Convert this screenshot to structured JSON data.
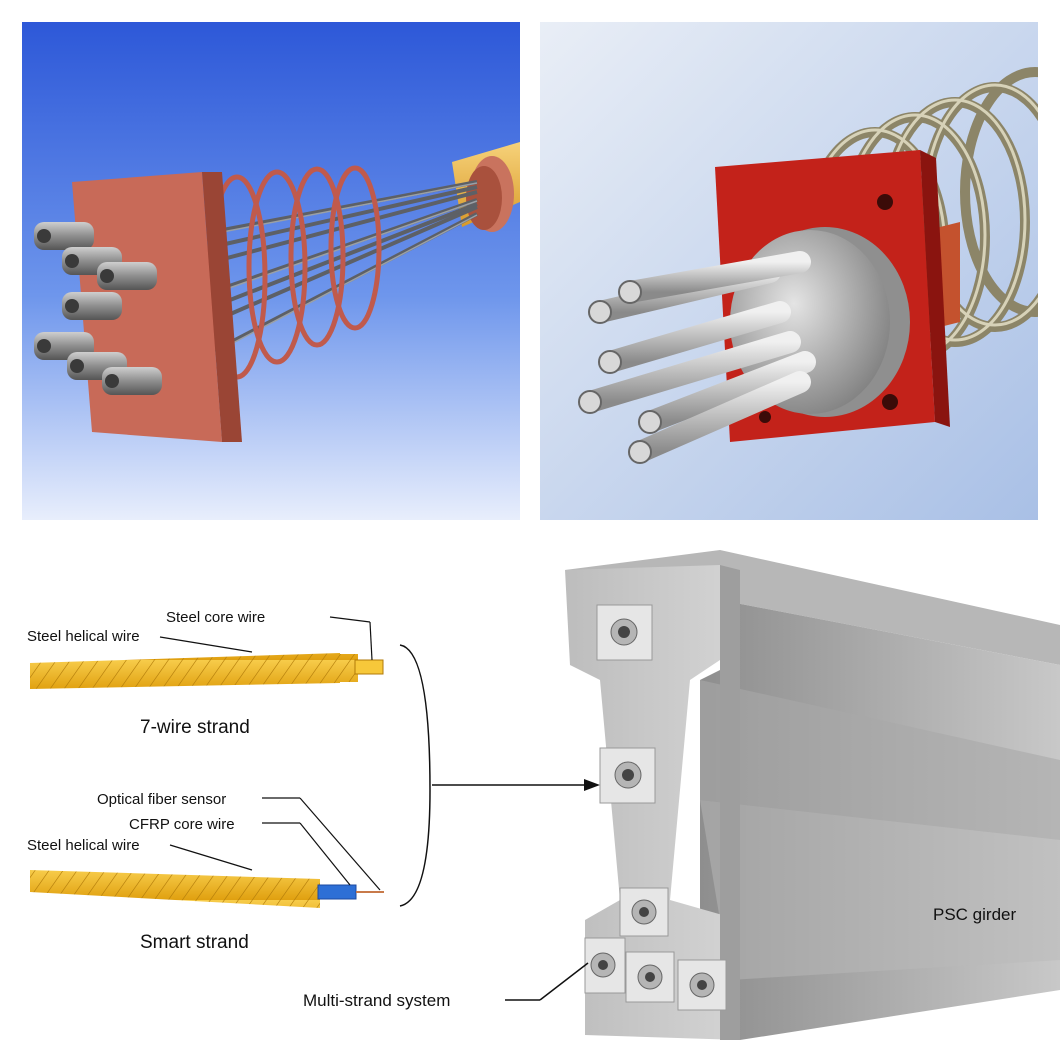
{
  "diagram": {
    "strand_7wire": {
      "label_core": "Steel core wire",
      "label_helical": "Steel helical wire",
      "caption": "7-wire strand"
    },
    "strand_smart": {
      "label_fiber": "Optical fiber sensor",
      "label_core": "CFRP core wire",
      "label_helical": "Steel helical wire",
      "caption": "Smart strand"
    },
    "multi_strand_label": "Multi-strand system",
    "girder_label": "PSC girder"
  },
  "colors": {
    "strand_yellow": "#f2b320",
    "cfrp_blue": "#2d6fd6",
    "anchor_red": "#c6261d",
    "terracotta": "#c66a55",
    "concrete": "#c9c9c9"
  }
}
